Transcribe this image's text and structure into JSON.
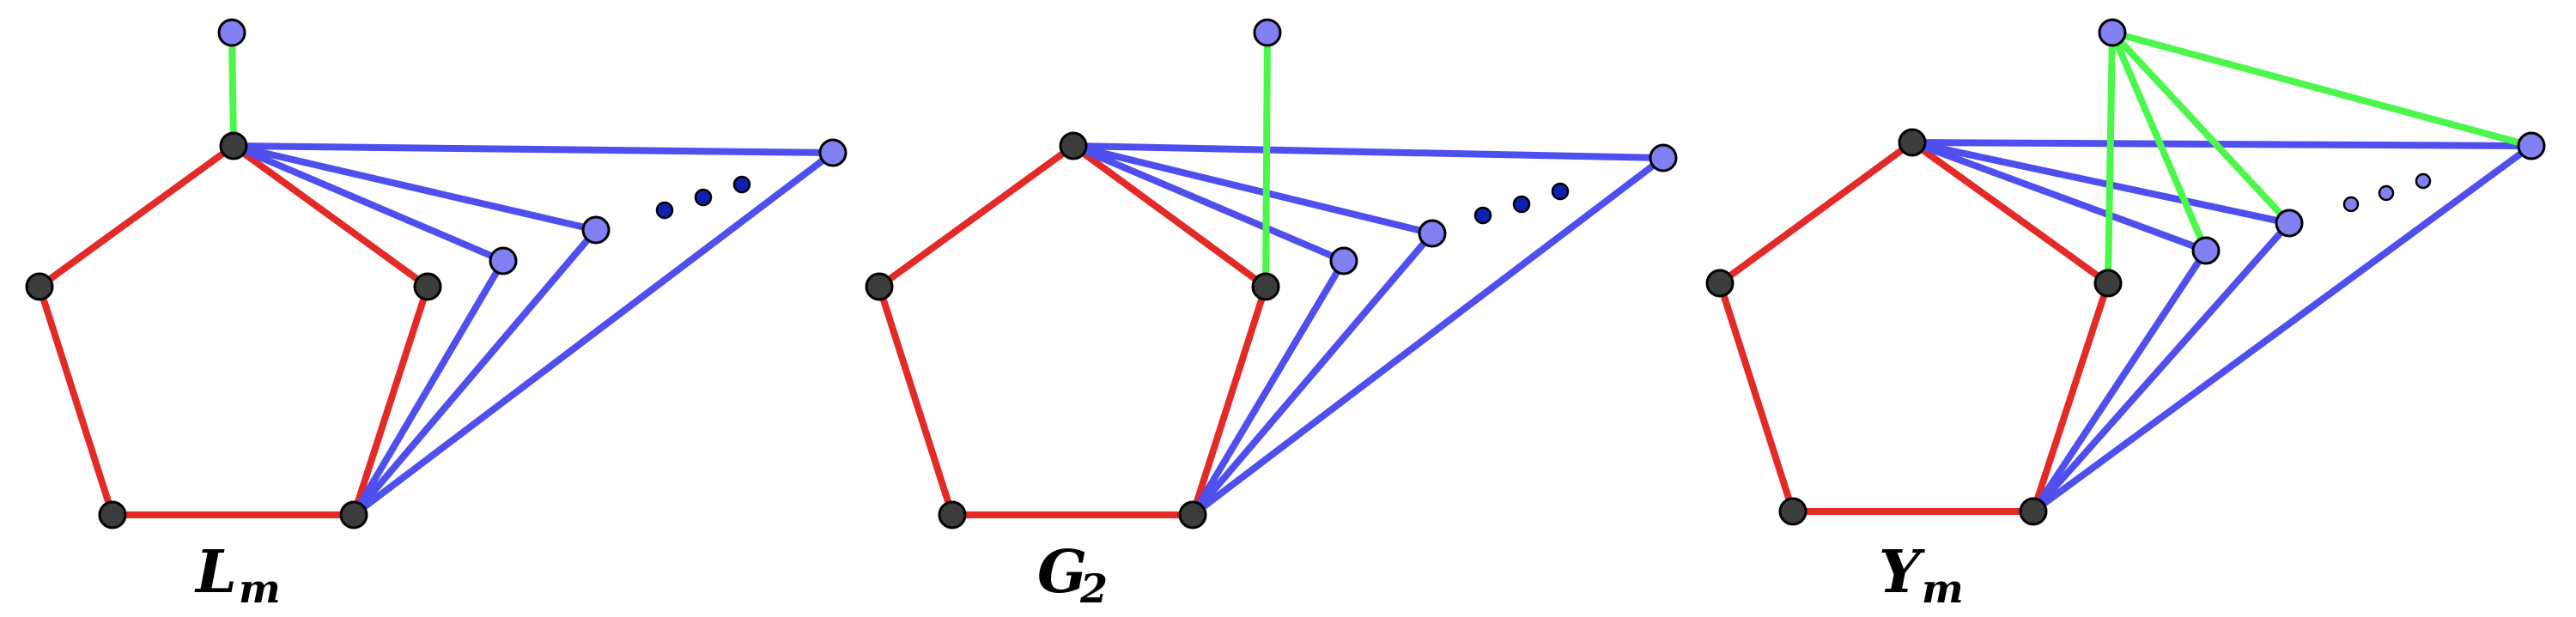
{
  "colors": {
    "cycle_edge": "#e32a26",
    "fan_edge": "#4f4ff0",
    "pendant_edge": "#4cf74c",
    "dark_vertex": "#3c3c3c",
    "light_vertex": "#8080f2",
    "ellipsis_dot": "#0f1fb0",
    "outline": "#000000"
  },
  "graphs": [
    {
      "id": "Lm",
      "label_main": "L",
      "label_sub": "m",
      "cycle_vertex_count": 5,
      "fan_vertex_count": 3,
      "ellipsis": "dots"
    },
    {
      "id": "G2",
      "label_main": "G",
      "label_sub": "2",
      "cycle_vertex_count": 5,
      "fan_vertex_count": 3,
      "ellipsis": "dots"
    },
    {
      "id": "Ym",
      "label_main": "Y",
      "label_sub": "m",
      "cycle_vertex_count": 5,
      "fan_vertex_count": 3,
      "ellipsis": "small-circles"
    }
  ]
}
